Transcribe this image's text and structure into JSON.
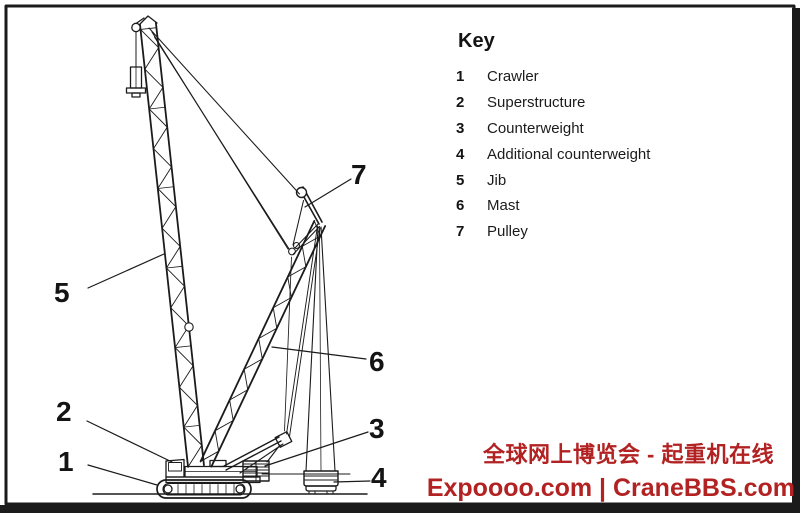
{
  "key": {
    "title": "Key",
    "items": [
      {
        "num": "1",
        "label": "Crawler"
      },
      {
        "num": "2",
        "label": "Superstructure"
      },
      {
        "num": "3",
        "label": "Counterweight"
      },
      {
        "num": "4",
        "label": "Additional counterweight"
      },
      {
        "num": "5",
        "label": "Jib"
      },
      {
        "num": "6",
        "label": "Mast"
      },
      {
        "num": "7",
        "label": "Pulley"
      }
    ]
  },
  "diagram": {
    "callouts": [
      {
        "num": "1"
      },
      {
        "num": "2"
      },
      {
        "num": "3"
      },
      {
        "num": "4"
      },
      {
        "num": "5"
      },
      {
        "num": "6"
      },
      {
        "num": "7"
      }
    ]
  },
  "watermark": {
    "line1": "全球网上博览会 - 起重机在线",
    "line2": "Expoooo.com | CraneBBS.com",
    "color": "#b22222"
  },
  "colors": {
    "ink": "#1b1b1b",
    "paper": "#ffffff",
    "watermark": "#b22222"
  }
}
